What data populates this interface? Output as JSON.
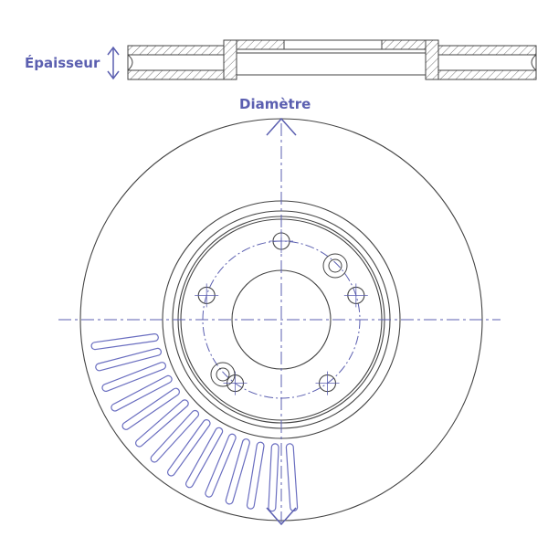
{
  "labels": {
    "thickness": "Épaisseur",
    "diameter": "Diamètre"
  },
  "colors": {
    "annotation": "#5b5fb0",
    "outline": "#444444",
    "section_hatch": "#555555",
    "vent_slot": "#6a6ec0"
  },
  "geometry_notes": {
    "bolt_holes": 5,
    "visible_vent_slots": 14
  }
}
